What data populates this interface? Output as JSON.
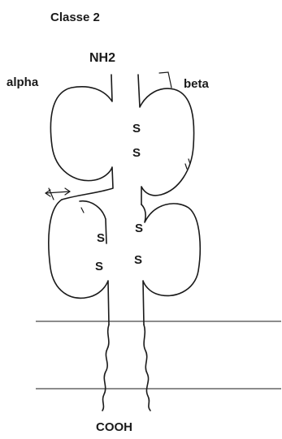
{
  "diagram": {
    "title": "Classe 2",
    "n_terminus": "NH2",
    "c_terminus": "COOH",
    "chains": {
      "left": "alpha",
      "right": "beta"
    },
    "disulfide_labels": [
      "S",
      "S",
      "S",
      "S",
      "S",
      "S"
    ]
  }
}
